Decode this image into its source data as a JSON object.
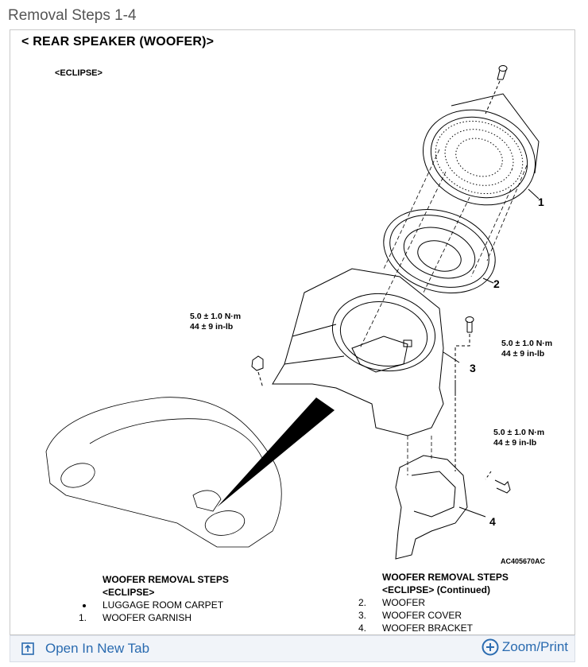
{
  "page": {
    "title": "Removal Steps 1-4"
  },
  "diagram": {
    "title": "< REAR SPEAKER (WOOFER)>",
    "model": "<ECLIPSE>",
    "torque_specs": [
      {
        "line1": "5.0 ± 1.0 N·m",
        "line2": "44 ± 9 in-lb"
      },
      {
        "line1": "5.0 ± 1.0 N·m",
        "line2": "44 ± 9 in-lb"
      },
      {
        "line1": "5.0 ± 1.0 N·m",
        "line2": "44 ± 9 in-lb"
      }
    ],
    "callouts": [
      "1",
      "2",
      "3",
      "4"
    ],
    "figure_code": "AC405670AC"
  },
  "steps_left": {
    "heading1": "WOOFER REMOVAL STEPS",
    "heading2": "<ECLIPSE>",
    "items": [
      {
        "marker": "bullet",
        "label": "LUGGAGE ROOM CARPET"
      },
      {
        "marker": "1.",
        "label": "WOOFER GARNISH"
      }
    ]
  },
  "steps_right": {
    "heading1": "WOOFER REMOVAL STEPS",
    "heading2": "<ECLIPSE> (Continued)",
    "items": [
      {
        "marker": "2.",
        "label": "WOOFER"
      },
      {
        "marker": "3.",
        "label": "WOOFER COVER"
      },
      {
        "marker": "4.",
        "label": "WOOFER BRACKET"
      }
    ]
  },
  "footer": {
    "open_tab_label": "Open In New Tab",
    "zoom_label": "Zoom/Print",
    "open_tab_icon": "open-new-tab-icon",
    "zoom_icon": "zoom-plus-icon",
    "link_color": "#2a6bb0"
  }
}
